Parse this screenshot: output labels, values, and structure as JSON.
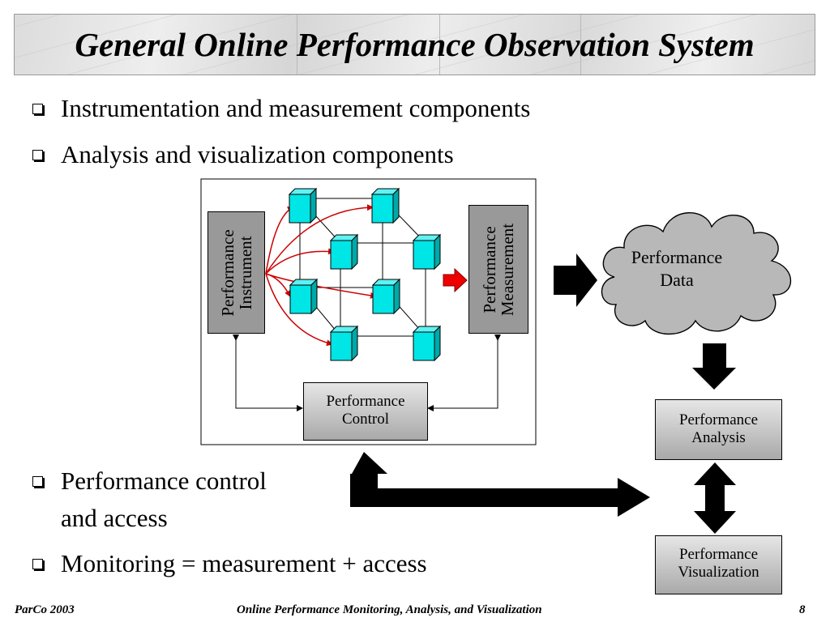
{
  "title": "General Online Performance Observation System",
  "bullets": [
    "Instrumentation and measurement components",
    "Analysis and visualization components",
    "Performance control",
    "and access",
    "Monitoring = measurement + access"
  ],
  "diagram": {
    "instrument": "Performance Instrument",
    "measurement": "Performance Measurement",
    "data": "Performance Data",
    "control": "Performance Control",
    "analysis": "Performance Analysis",
    "visualization": "Performance Visualization"
  },
  "colors": {
    "cube_face": "#00e5e5",
    "flow_arrow": "#cc0000",
    "box_gray": "#999999"
  },
  "footer": {
    "left": "ParCo 2003",
    "center": "Online Performance Monitoring, Analysis, and Visualization",
    "page": "8"
  }
}
